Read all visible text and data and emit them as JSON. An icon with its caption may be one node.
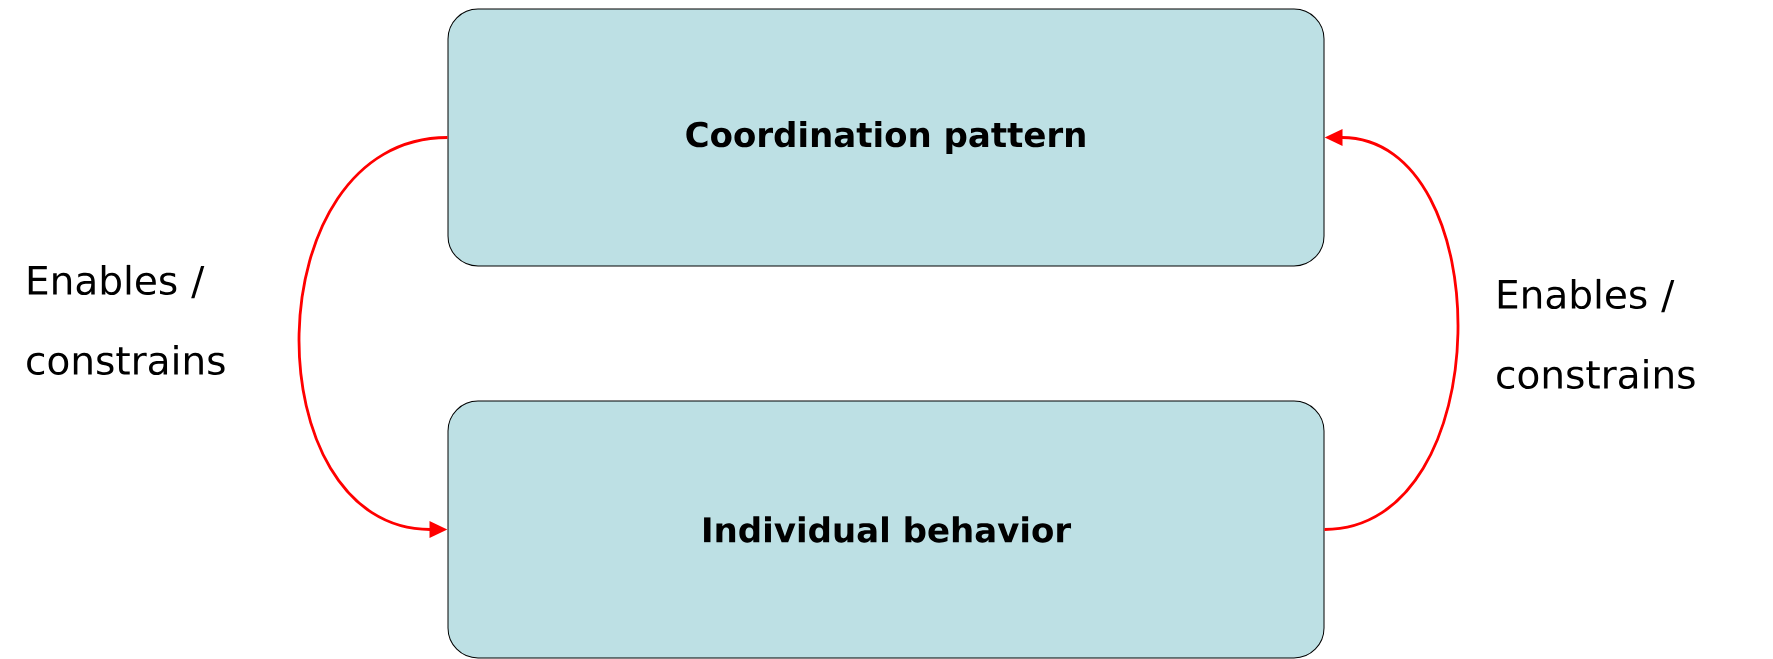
{
  "diagram": {
    "nodes": [
      {
        "text": [
          "Coordination pattern"
        ]
      },
      {
        "text": [
          "Individual behavior"
        ]
      }
    ],
    "edges": [
      {
        "from": 0,
        "to": 1,
        "arrow": "to",
        "label": "Enables / constrains",
        "color": "#ff0000"
      },
      {
        "from": 1,
        "to": 0,
        "arrow": "to",
        "label": "Enables / constrains",
        "color": "#ff0000"
      }
    ]
  }
}
